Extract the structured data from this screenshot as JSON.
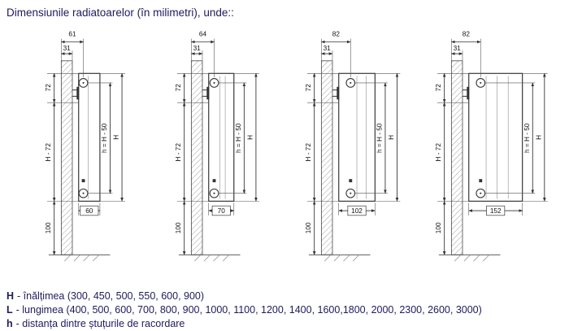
{
  "title": "Dimensiunile radiatoarelor (în milimetri), unde::",
  "colors": {
    "text_primary": "#1f1a5e",
    "diagram_line": "#333333",
    "background": "#ffffff"
  },
  "diagrams": [
    {
      "dim_top": "61",
      "dim_wall": "31",
      "dim_upper": "72",
      "dim_middle": "H - 72",
      "dim_bottom_gap": "100",
      "dim_port_spacing": "h = H - 50",
      "dim_height": "H",
      "dim_depth": "60"
    },
    {
      "dim_top": "64",
      "dim_wall": "31",
      "dim_upper": "72",
      "dim_middle": "H - 72",
      "dim_bottom_gap": "100",
      "dim_port_spacing": "h = H - 50",
      "dim_height": "H",
      "dim_depth": "70"
    },
    {
      "dim_top": "82",
      "dim_wall": "31",
      "dim_upper": "72",
      "dim_middle": "H - 72",
      "dim_bottom_gap": "100",
      "dim_port_spacing": "h = H - 50",
      "dim_height": "H",
      "dim_depth": "102"
    },
    {
      "dim_top": "82",
      "dim_wall": "31",
      "dim_upper": "72",
      "dim_middle": "H - 72",
      "dim_bottom_gap": "100",
      "dim_port_spacing": "h = H - 50",
      "dim_height": "H",
      "dim_depth": "152"
    }
  ],
  "legend": [
    {
      "symbol": "H",
      "text": "- înălțimea (300, 450, 500, 550, 600, 900)"
    },
    {
      "symbol": "L",
      "text": "- lungimea (400, 500, 600, 700, 800, 900, 1000, 1100, 1200, 1400, 1600,1800, 2000, 2300, 2600, 3000)"
    },
    {
      "symbol": "h",
      "text": "- distanța dintre ștuțurile de racordare"
    }
  ]
}
